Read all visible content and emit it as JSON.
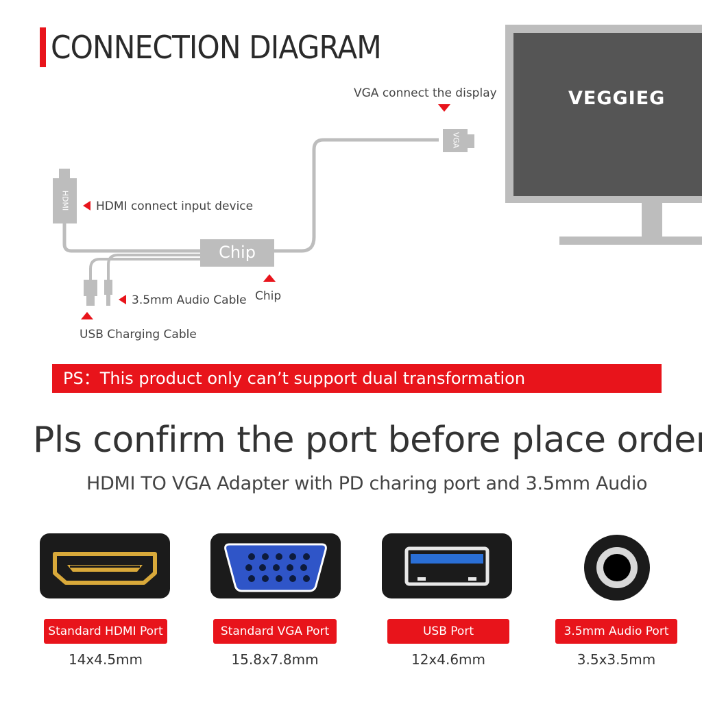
{
  "title": "CONNECTION DIAGRAM",
  "monitor": {
    "brand": "VEGGIEG"
  },
  "diagram": {
    "vga_label": "VGA connect the display",
    "vga_connector_text": "VGA",
    "hdmi_label": "HDMI connect input device",
    "hdmi_connector_text": "HDMI",
    "chip_box_text": "Chip",
    "chip_label": "Chip",
    "audio_label": "3.5mm Audio Cable",
    "usb_label": "USB Charging Cable"
  },
  "notice": "PS：This product only can’t support dual transformation",
  "headline": "Pls confirm the port before place order",
  "subheadline": "HDMI TO VGA Adapter with PD charing port and 3.5mm Audio",
  "ports": [
    {
      "label": "Standard HDMI Port",
      "size": "14x4.5mm",
      "icon": "hdmi-port-icon"
    },
    {
      "label": "Standard VGA Port",
      "size": "15.8x7.8mm",
      "icon": "vga-port-icon"
    },
    {
      "label": "USB Port",
      "size": "12x4.6mm",
      "icon": "usb-port-icon"
    },
    {
      "label": "3.5mm Audio Port",
      "size": "3.5x3.5mm",
      "icon": "audio-jack-icon"
    }
  ],
  "colors": {
    "accent": "#e8141b",
    "cable": "#bdbdbd",
    "monitor": "#555555",
    "port_body": "#1b1b1b",
    "hdmi_gold": "#d9a93a",
    "vga_blue": "#2f55c8",
    "usb_blue": "#2a6fd6"
  }
}
